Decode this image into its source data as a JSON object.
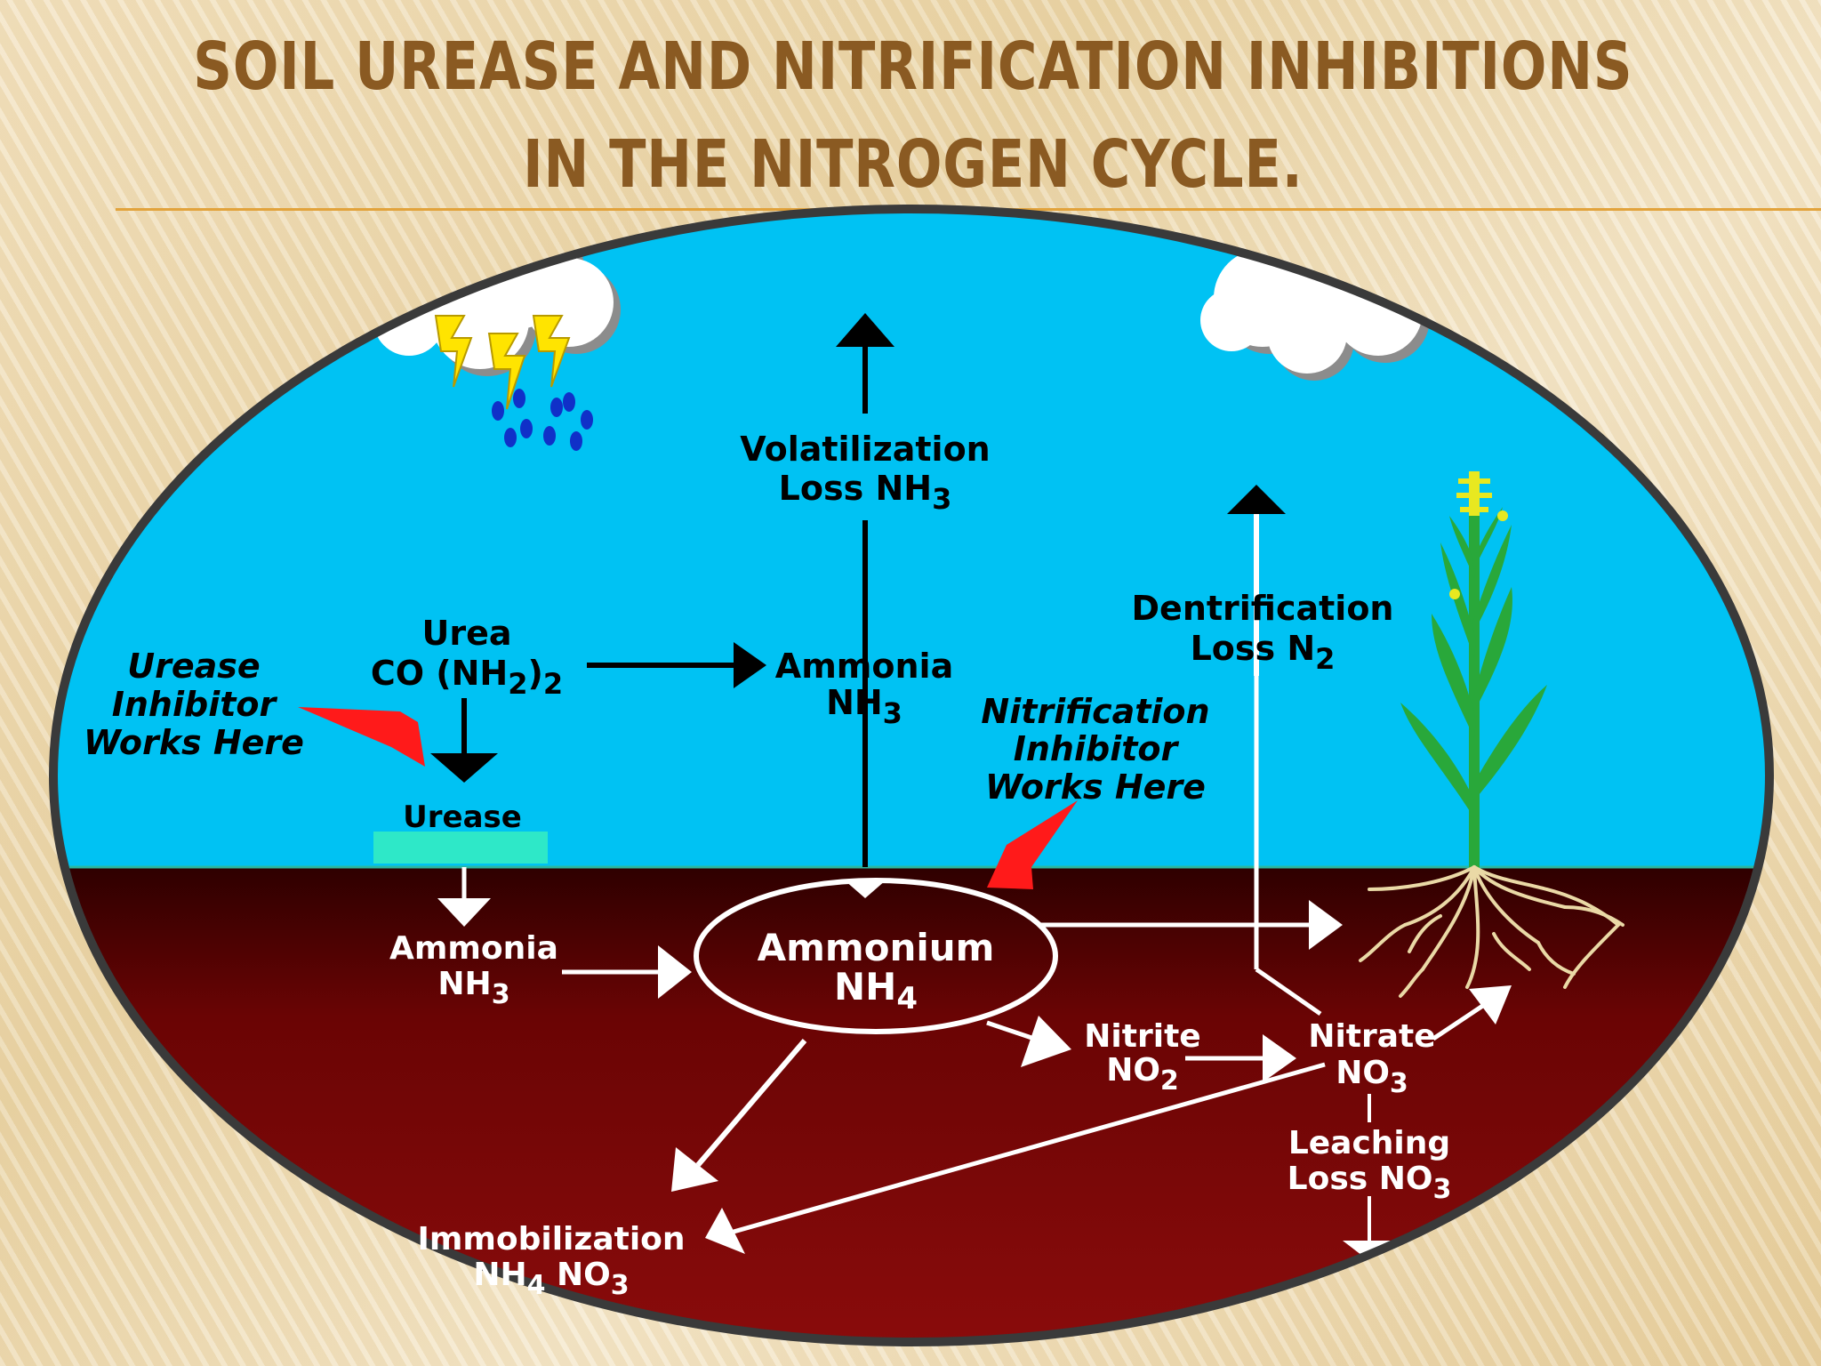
{
  "slide": {
    "title_line1": "SOIL UREASE AND NITRIFICATION INHIBITIONS",
    "title_line2": "IN THE NITROGEN CYCLE."
  },
  "colors": {
    "title": "#8a5a22",
    "rule": "#e2a33c",
    "sky": "#00c2f3",
    "soil_top": "#2e0000",
    "soil_bottom": "#8a0a0a",
    "urease_bar": "#2ee8c8",
    "inhibitor_arrow": "#ff1a1a",
    "ellipse_border": "#3a3a3a"
  },
  "diagram": {
    "volatilization": {
      "line1": "Volatilization",
      "line2_main": "Loss NH",
      "line2_sub": "3"
    },
    "urea": {
      "line1": "Urea",
      "line2_main": "CO (NH",
      "line2_sub": "2",
      "line2_end": ")",
      "line2_sub2": "2"
    },
    "ammonia_air": {
      "line1": "Ammonia",
      "line2_main": "NH",
      "line2_sub": "3"
    },
    "urease_inhibitor": {
      "line1": "Urease",
      "line2": "Inhibitor",
      "line3": "Works Here"
    },
    "urease": {
      "label": "Urease"
    },
    "nitrification_inhibitor": {
      "line1": "Nitrification",
      "line2": "Inhibitor",
      "line3": "Works Here"
    },
    "denitrification": {
      "line1": "Dentrification",
      "line2_main": "Loss N",
      "line2_sub": "2"
    },
    "ammonia_soil": {
      "line1": "Ammonia",
      "line2_main": "NH",
      "line2_sub": "3"
    },
    "ammonium": {
      "line1": "Ammonium",
      "line2_main": "NH",
      "line2_sub": "4"
    },
    "nitrite": {
      "line1": "Nitrite",
      "line2_main": "NO",
      "line2_sub": "2"
    },
    "nitrate": {
      "line1": "Nitrate",
      "line2_main": "NO",
      "line2_sub": "3"
    },
    "leaching": {
      "line1": "Leaching",
      "line2_main": "Loss NO",
      "line2_sub": "3"
    },
    "immobilization": {
      "line1": "Immobilization",
      "line2_a": "NH",
      "line2_a_sub": "4",
      "line2_b": " NO",
      "line2_b_sub": "3"
    }
  }
}
